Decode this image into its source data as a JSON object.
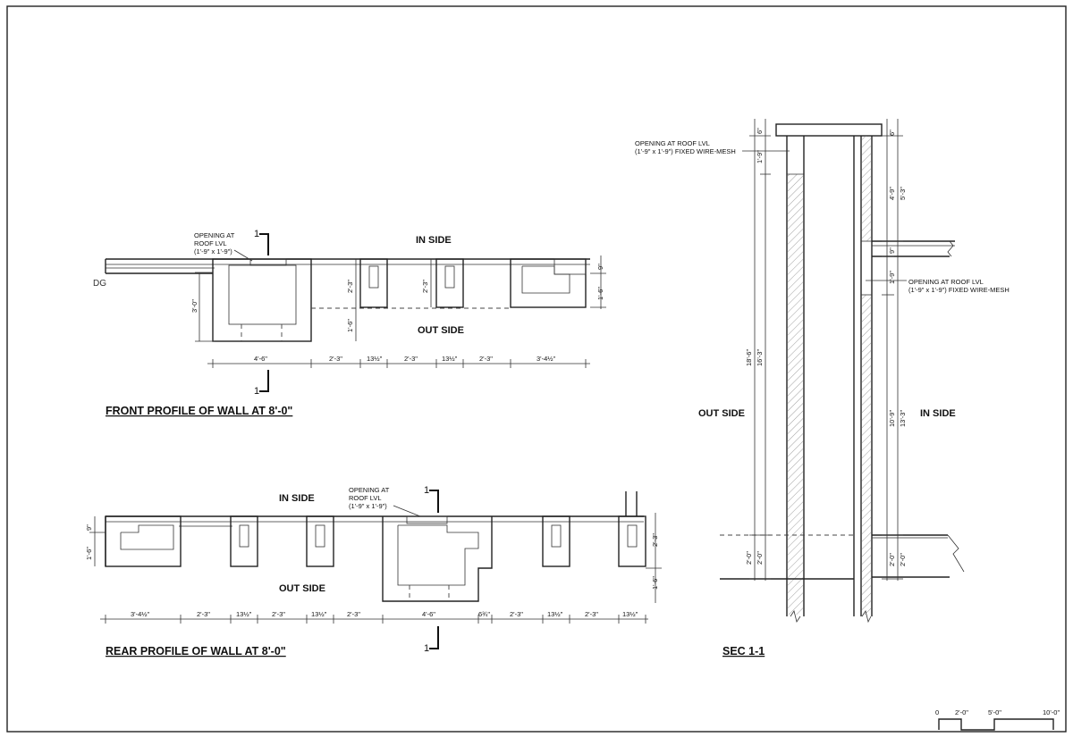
{
  "front_profile": {
    "title": "FRONT PROFILE  OF WALL AT 8'-0\"",
    "in_side": "IN SIDE",
    "out_side": "OUT SIDE",
    "dg": "DG",
    "section_mark": "1",
    "opening_note": [
      "OPENING AT",
      "ROOF LVL",
      "(1'-9\" x 1'-9\")"
    ],
    "dims_bottom": [
      "4'-6\"",
      "2'-3\"",
      "13½\"",
      "2'-3\"",
      "13½\"",
      "2'-3\"",
      "3'-4½\""
    ],
    "dims_left": [
      "3'-0\"",
      "2'-3\"",
      "1'-6\"",
      "2'-3\""
    ],
    "dims_right": [
      "9\"",
      "1'-6\""
    ]
  },
  "rear_profile": {
    "title": "REAR PROFILE OF WALL AT 8'-0\"",
    "in_side": "IN SIDE",
    "out_side": "OUT SIDE",
    "section_mark": "1",
    "opening_note": [
      "OPENING AT",
      "ROOF LVL",
      "(1'-9\" x 1'-9\")"
    ],
    "dims_bottom": [
      "3'-4½\"",
      "2'-3\"",
      "13½\"",
      "2'-3\"",
      "13½\"",
      "2'-3\"",
      "4'-6\"",
      "6¾\"",
      "2'-3\"",
      "13½\"",
      "2'-3\"",
      "13½\""
    ],
    "dims_left": [
      "9\"",
      "1'-6\""
    ],
    "dims_right": [
      "2'-3\"",
      "1'-6\""
    ]
  },
  "section": {
    "title": "SEC 1-1",
    "out_side": "OUT SIDE",
    "in_side": "IN SIDE",
    "opening_note_top": [
      "OPENING AT ROOF LVL",
      "(1'-9\" x 1'-9\") FIXED WIRE-MESH"
    ],
    "opening_note_mid": [
      "OPENING AT ROOF LVL",
      "(1'-9\" x 1'-9\") FIXED WIRE-MESH"
    ],
    "dims_left_outer": [
      "6\"",
      "18'-6\"",
      "2'-0\""
    ],
    "dims_left_inner": [
      "1'-9\"",
      "16'-3\"",
      "2'-0\""
    ],
    "dims_right_inner": [
      "6\"",
      "4'-9\"",
      "9\"",
      "1'-9\"",
      "10'-9\"",
      "2'-0\""
    ],
    "dims_right_outer": [
      "5'-3\"",
      "13'-3\"",
      "2'-0\""
    ]
  },
  "scale_bar": {
    "labels": [
      "0",
      "2'-0\"",
      "5'-0\"",
      "10'-0\""
    ]
  }
}
